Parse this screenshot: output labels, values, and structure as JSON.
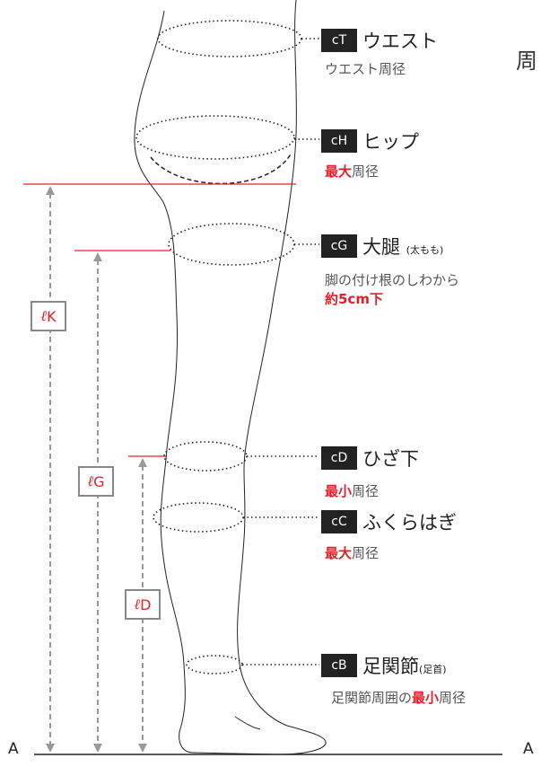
{
  "header_char": "周",
  "measurements": [
    {
      "code": "cT",
      "name": "ウエスト",
      "desc_pre": "ウエスト周径",
      "desc_hl": "",
      "desc_post": ""
    },
    {
      "code": "cH",
      "name": "ヒップ",
      "desc_pre": "",
      "desc_hl": "最大",
      "desc_post": "周径"
    },
    {
      "code": "cG",
      "name": "大腿",
      "name_note": "(太もも)",
      "desc_line1": "脚の付け根のしわから",
      "desc_line2": "約5cm下"
    },
    {
      "code": "cD",
      "name": "ひざ下",
      "desc_pre": "",
      "desc_hl": "最小",
      "desc_post": "周径"
    },
    {
      "code": "cC",
      "name": "ふくらはぎ",
      "desc_pre": "",
      "desc_hl": "最大",
      "desc_post": "周径"
    },
    {
      "code": "cB",
      "name": "足関節",
      "name_note": "(足首)",
      "desc_pre": "足関節周囲の",
      "desc_hl": "最小",
      "desc_post": "周径"
    }
  ],
  "lengths": [
    {
      "symbol": "ℓ",
      "letter": "K"
    },
    {
      "symbol": "ℓ",
      "letter": "G"
    },
    {
      "symbol": "ℓ",
      "letter": "D"
    }
  ],
  "baseline_label": "A",
  "colors": {
    "accent": "#e0212c",
    "dark": "#222222",
    "guide": "#999999"
  }
}
